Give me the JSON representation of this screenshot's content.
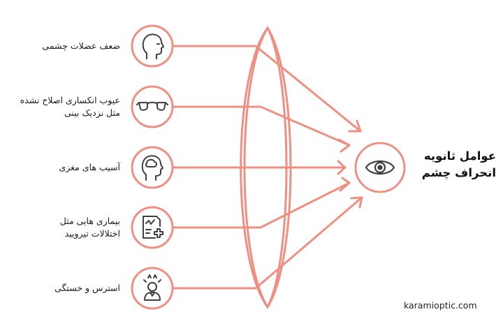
{
  "title": {
    "line1": "عوامل ثانویه",
    "line2": "انحراف چشم"
  },
  "causes": [
    {
      "icon": "head-profile-icon",
      "lines": [
        "ضعف عضلات چشمی"
      ]
    },
    {
      "icon": "glasses-icon",
      "lines": [
        "عیوب انکساری اصلاح نشده",
        "مثل نزدیک بینی"
      ]
    },
    {
      "icon": "brain-head-icon",
      "lines": [
        "آسیب های مغزی"
      ]
    },
    {
      "icon": "medical-report-icon",
      "lines": [
        "بیماری هایی مثل",
        "اختلالات تیرویید"
      ]
    },
    {
      "icon": "stressed-person-icon",
      "lines": [
        "استرس و خستگی"
      ]
    }
  ],
  "center_icon": "eye-icon",
  "watermark": "karamioptic.com",
  "colors": {
    "accent": "#ef8f82",
    "icon": "#3f3f3f",
    "text": "#1a1a1a"
  }
}
